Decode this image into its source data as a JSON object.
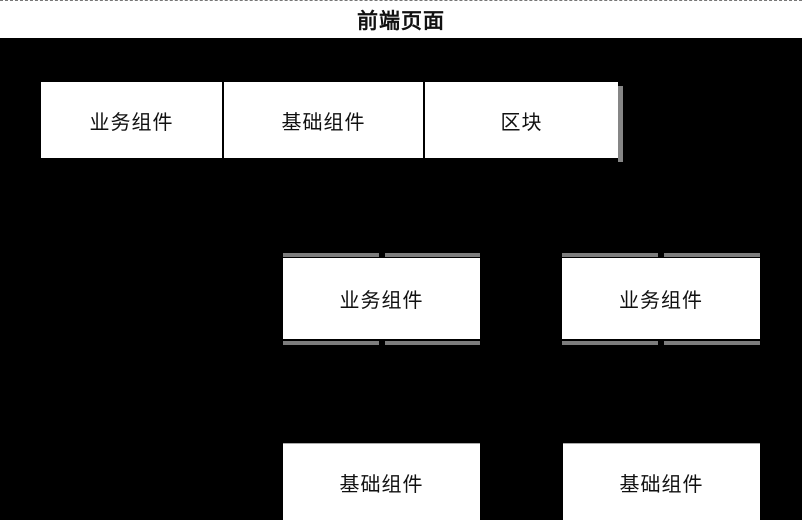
{
  "diagram": {
    "title": "前端页面",
    "top_row": {
      "cells": [
        {
          "label": "业务组件"
        },
        {
          "label": "基础组件"
        },
        {
          "label": "区块"
        }
      ]
    },
    "mid_nodes": [
      {
        "label": "业务组件"
      },
      {
        "label": "业务组件"
      }
    ],
    "bottom_nodes": [
      {
        "label": "基础组件"
      },
      {
        "label": "基础组件"
      }
    ],
    "colors": {
      "background": "#000000",
      "node_fill": "#ffffff",
      "connector_gray": "#7d7d7d",
      "shadow_gray": "#868686",
      "text": "#111111"
    }
  }
}
